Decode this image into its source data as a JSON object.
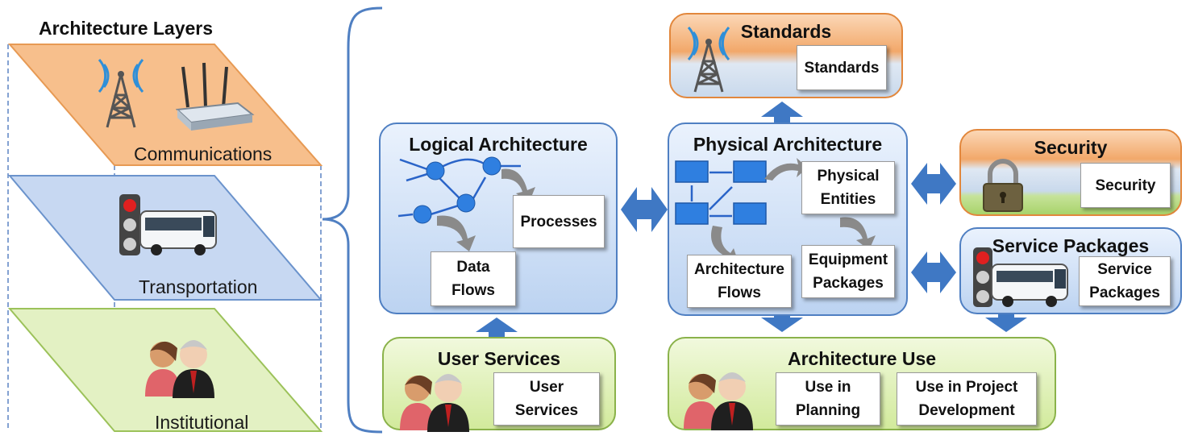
{
  "layers": {
    "title": "Architecture Layers",
    "communications": "Communications",
    "transportation": "Transportation",
    "institutional": "Institutional"
  },
  "logical": {
    "title": "Logical Architecture",
    "processes": "Processes",
    "data_flows": "Data\nFlows"
  },
  "physical": {
    "title": "Physical Architecture",
    "physical_entities": "Physical\nEntities",
    "equipment_packages": "Equipment\nPackages",
    "architecture_flows": "Architecture\nFlows"
  },
  "standards": {
    "title": "Standards",
    "box": "Standards"
  },
  "security": {
    "title": "Security",
    "box": "Security"
  },
  "service_packages": {
    "title": "Service Packages",
    "box": "Service\nPackages"
  },
  "user_services": {
    "title": "User Services",
    "box": "User\nServices"
  },
  "architecture_use": {
    "title": "Architecture Use",
    "planning": "Use in\nPlanning",
    "project": "Use in Project\nDevelopment"
  },
  "colors": {
    "blue": "#4f7fc2",
    "green": "#8ab24a",
    "orange": "#e2873c",
    "arrow": "#3f78c4"
  }
}
